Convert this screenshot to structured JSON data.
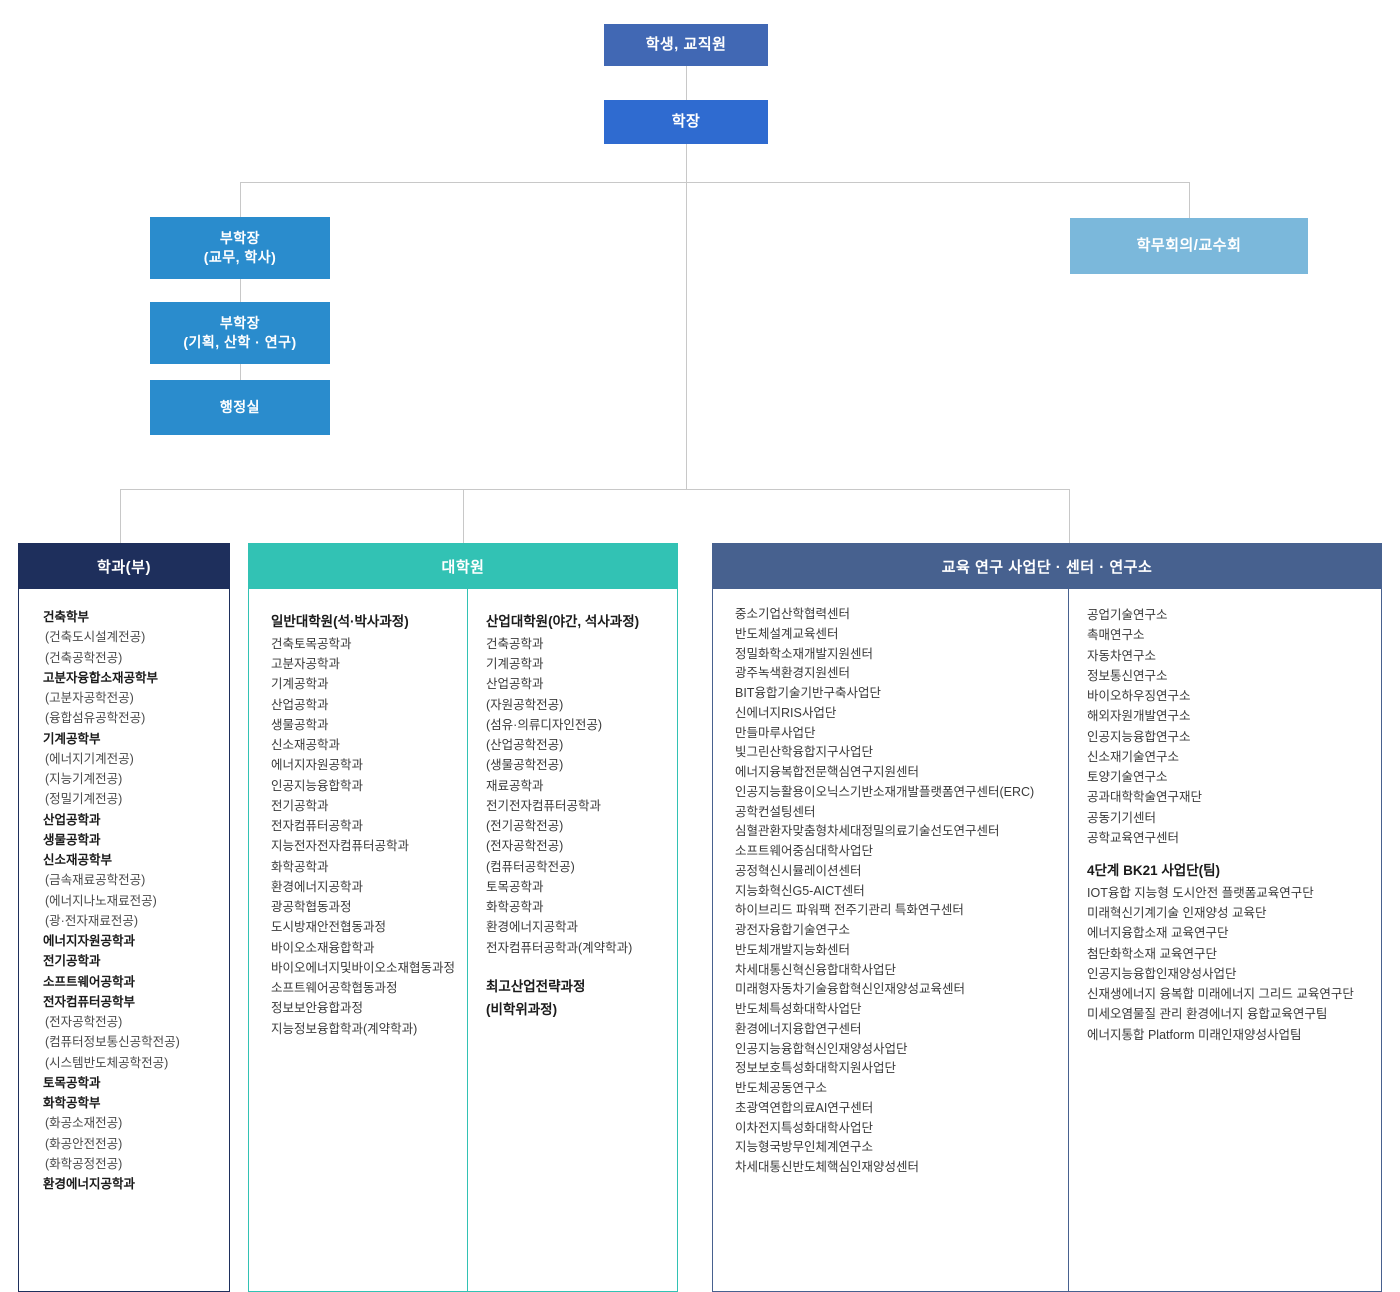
{
  "colors": {
    "students": "#4168b4",
    "dean": "#2f6bd0",
    "vice_dean": "#2a8ccd",
    "council": "#7bb8db",
    "dept_header": "#1e2f5c",
    "grad_header": "#32c2b4",
    "research_header": "#47618f",
    "connector": "#c8c8c8"
  },
  "top": {
    "students": "학생, 교직원",
    "dean": "학장",
    "vice_dean_1": "부학장\n(교무, 학사)",
    "vice_dean_2": "부학장\n(기획, 산학 · 연구)",
    "admin_office": "행정실",
    "council": "학무회의/교수회"
  },
  "departments": {
    "header": "학과(부)",
    "groups": [
      {
        "title": "건축학부",
        "items": [
          "(건축도시설계전공)",
          "(건축공학전공)"
        ]
      },
      {
        "title": "고분자융합소재공학부",
        "items": [
          "(고분자공학전공)",
          "(융합섬유공학전공)"
        ]
      },
      {
        "title": "기계공학부",
        "items": [
          "(에너지기계전공)",
          "(지능기계전공)",
          "(정밀기계전공)"
        ]
      },
      {
        "title": "산업공학과",
        "items": []
      },
      {
        "title": "생물공학과",
        "items": []
      },
      {
        "title": "신소재공학부",
        "items": [
          "(금속재료공학전공)",
          "(에너지나노재료전공)",
          "(광·전자재료전공)"
        ]
      },
      {
        "title": "에너지자원공학과",
        "items": []
      },
      {
        "title": "전기공학과",
        "items": []
      },
      {
        "title": "소프트웨어공학과",
        "items": []
      },
      {
        "title": "전자컴퓨터공학부",
        "items": [
          "(전자공학전공)",
          "(컴퓨터정보통신공학전공)",
          "(시스템반도체공학전공)"
        ]
      },
      {
        "title": "토목공학과",
        "items": []
      },
      {
        "title": "화학공학부",
        "items": [
          "(화공소재전공)",
          "(화공안전전공)",
          "(화학공정전공)"
        ]
      },
      {
        "title": "환경에너지공학과",
        "items": []
      }
    ]
  },
  "graduate": {
    "header": "대학원",
    "general": {
      "title": "일반대학원(석·박사과정)",
      "items": [
        "건축토목공학과",
        "고분자공학과",
        "기계공학과",
        "산업공학과",
        "생물공학과",
        "신소재공학과",
        "에너지자원공학과",
        "인공지능융합학과",
        "전기공학과",
        "전자컴퓨터공학과",
        "지능전자전자컴퓨터공학과",
        "화학공학과",
        "환경에너지공학과",
        "광공학협동과정",
        "도시방재안전협동과정",
        "바이오소재융합학과",
        "바이오에너지및바이오소재협동과정",
        "소프트웨어공학협동과정",
        "정보보안융합과정",
        "지능정보융합학과(계약학과)"
      ]
    },
    "industrial": {
      "title": "산업대학원(야간, 석사과정)",
      "items": [
        "건축공학과",
        "기계공학과",
        "산업공학과",
        "(자원공학전공)",
        "(섬유·의류디자인전공)",
        "(산업공학전공)",
        "(생물공학전공)",
        "재료공학과",
        "전기전자컴퓨터공학과",
        "(전기공학전공)",
        "(전자공학전공)",
        "(컴퓨터공학전공)",
        "토목공학과",
        "화학공학과",
        "환경에너지공학과",
        "전자컴퓨터공학과(계약학과)"
      ],
      "extra_title": "최고산업전략과정\n(비학위과정)"
    }
  },
  "research": {
    "header": "교육 연구 사업단 · 센터 · 연구소",
    "centers": [
      "중소기업산학협력센터",
      "반도체설계교육센터",
      "정밀화학소재개발지원센터",
      "광주녹색환경지원센터",
      "BIT융합기술기반구축사업단",
      "신에너지RIS사업단",
      "만들마루사업단",
      "빛그린산학융합지구사업단",
      "에너지융복합전문핵심연구지원센터",
      "인공지능활용이오닉스기반소재개발플랫폼연구센터(ERC)",
      "공학컨설팅센터",
      "심혈관환자맞춤형차세대정밀의료기술선도연구센터",
      "소프트웨어중심대학사업단",
      "공정혁신시뮬레이션센터",
      "지능화혁신G5-AICT센터",
      "하이브리드 파워팩 전주기관리 특화연구센터",
      "광전자융합기술연구소",
      "반도체개발지능화센터",
      "차세대통신혁신융합대학사업단",
      "미래형자동차기술융합혁신인재양성교육센터",
      "반도체특성화대학사업단",
      "환경에너지융합연구센터",
      "인공지능융합혁신인재양성사업단",
      "정보보호특성화대학지원사업단",
      "반도체공동연구소",
      "초광역연합의료AI연구센터",
      "이차전지특성화대학사업단",
      "지능형국방무인체계연구소",
      "차세대통신반도체핵심인재양성센터"
    ],
    "institutes": [
      "공업기술연구소",
      "촉매연구소",
      "자동차연구소",
      "정보통신연구소",
      "바이오하우징연구소",
      "해외자원개발연구소",
      "인공지능융합연구소",
      "신소재기술연구소",
      "토양기술연구소",
      "공과대학학술연구재단",
      "공동기기센터",
      "공학교육연구센터"
    ],
    "bk21": {
      "title": "4단계 BK21 사업단(팀)",
      "items": [
        "IOT융합 지능형 도시안전 플랫폼교육연구단",
        "미래혁신기계기술 인재양성 교육단",
        "에너지융합소재 교육연구단",
        "첨단화학소재 교육연구단",
        "인공지능융합인재양성사업단",
        "신재생에너지 융복합 미래에너지 그리드 교육연구단",
        "미세오염물질 관리 환경에너지 융합교육연구팀",
        "에너지통합 Platform 미래인재양성사업팀"
      ]
    }
  }
}
